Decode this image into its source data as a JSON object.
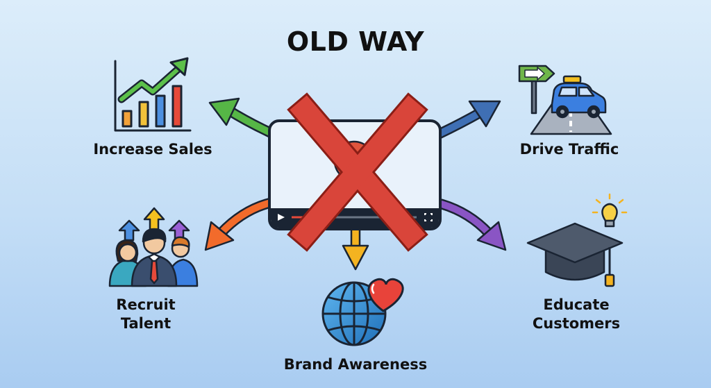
{
  "title": "OLD WAY",
  "center": {
    "icon": "video-player-icon",
    "overlay_icon": "red-x-icon",
    "color": "#d9453a"
  },
  "goals": [
    {
      "label": "Increase Sales",
      "icon": "bar-chart-growth-icon",
      "arrow_color": "#56b646"
    },
    {
      "label": "Drive Traffic",
      "icon": "car-road-signpost-icon",
      "arrow_color": "#3f6fb4"
    },
    {
      "label": "Recruit Talent",
      "icon": "people-arrows-icon",
      "arrow_color": "#f26b2b"
    },
    {
      "label": "Brand Awareness",
      "icon": "globe-heart-icon",
      "arrow_color": "#f4b320"
    },
    {
      "label": "Educate Customers",
      "icon": "graduation-cap-lightbulb-icon",
      "arrow_color": "#8a55c4"
    }
  ]
}
